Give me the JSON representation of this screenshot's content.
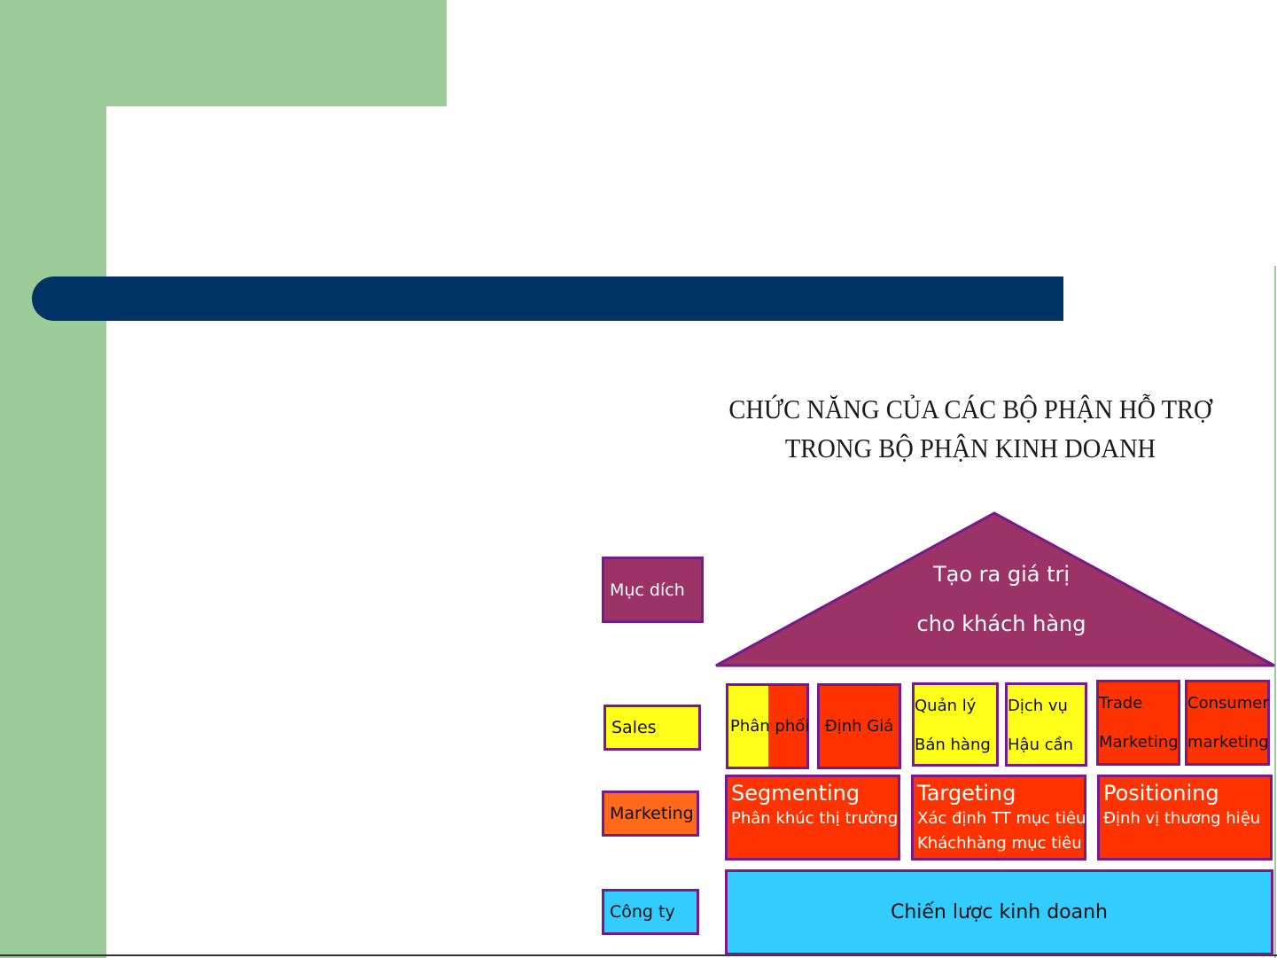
{
  "diagram": {
    "title_line1": "CHỨC NĂNG CỦA CÁC BỘ PHẬN HỖ TRỢ",
    "title_line2": "TRONG BỘ PHẬN KINH DOANH",
    "labels": {
      "muc_dich": "Mục dích",
      "sales": "Sales",
      "marketing": "Marketing",
      "cong_ty": "Công ty"
    },
    "roof": {
      "line1": "Tạo ra giá trị",
      "line2": "cho khách hàng"
    },
    "sales_row": {
      "phan_phoi": "Phân phối",
      "dinh_gia": "Định Giá",
      "quan_ly_line1": "Quản lý",
      "quan_ly_line2": "Bán hàng",
      "dich_vu_line1": "Dịch vụ",
      "dich_vu_line2": "Hậu cần",
      "trade_line1": "Trade",
      "trade_line2": "Marketing",
      "consumer_line1": "Consumer",
      "consumer_line2": "marketing"
    },
    "marketing_row": {
      "segmenting_title": "Segmenting",
      "segmenting_sub": "Phân khúc thị trường",
      "targeting_title": "Targeting",
      "targeting_sub1": "Xác định TT mục tiêu",
      "targeting_sub2": "Kháchhàng mục tiêu",
      "positioning_title": "Positioning",
      "positioning_sub": "Định vị thương hiệu"
    },
    "foundation": "Chiến lược kinh doanh"
  },
  "colors": {
    "sidebar_green": "#9ccc99",
    "title_bar_navy": "#003366",
    "border_purple": "#7a1a87",
    "roof_fill": "#9b3366",
    "yellow": "#ffff1a",
    "red": "#ff3300",
    "orange": "#ff6a1a",
    "cyan": "#33ccff"
  }
}
